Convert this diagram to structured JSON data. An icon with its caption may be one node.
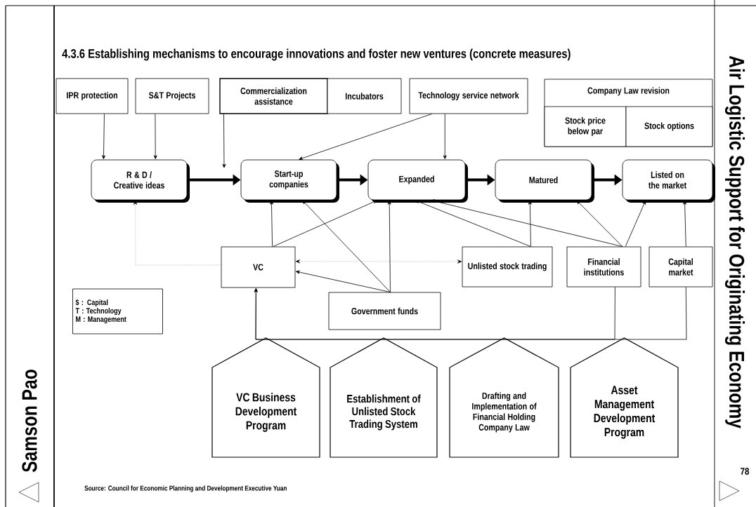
{
  "diagram": {
    "title": "4.3.6 Establishing  mechanisms to encourage innovations and foster new ventures (concrete measures)",
    "caption": "Source: Council for Economic Planning and Development Executive Yuan",
    "nodes": [
      {
        "text": [
          "IPR protection"
        ]
      },
      {
        "text": [
          "S&T Projects"
        ]
      },
      {
        "text": [
          "Commercialization assistance"
        ]
      },
      {
        "text": [
          "Incubators"
        ]
      },
      {
        "text": [
          "Technology service network"
        ]
      },
      {
        "text": [
          "Company Law revision"
        ]
      },
      {
        "text": [
          "Stock price below par"
        ],
        "in": 5
      },
      {
        "text": [
          "Stock options"
        ],
        "in": 5
      },
      {
        "text": [
          "R & D / Creative ideas"
        ]
      },
      {
        "text": [
          "Start-up companies"
        ]
      },
      {
        "text": [
          "Expanded"
        ]
      },
      {
        "text": [
          "Matured"
        ]
      },
      {
        "text": [
          "Listed on the market"
        ]
      },
      {
        "text": [
          "VC"
        ]
      },
      {
        "text": [
          "Unlisted stock trading"
        ]
      },
      {
        "text": [
          "Financial institutions"
        ]
      },
      {
        "text": [
          "Capital market"
        ]
      },
      {
        "text": [
          "$ : Capital",
          "T : Technology",
          "M : Management"
        ]
      },
      {
        "text": [
          "Government funds"
        ]
      },
      {
        "text": [
          "VC Business Development Program"
        ]
      },
      {
        "text": [
          "Establishment of Unlisted Stock Trading System"
        ]
      },
      {
        "text": [
          "Drafting and Implementation of Financial Holding Company Law"
        ]
      },
      {
        "text": [
          "Asset Management Development Program"
        ]
      }
    ],
    "edges": [
      {
        "from": 0,
        "to": 8,
        "arrow": "to"
      },
      {
        "from": 1,
        "to": 8,
        "arrow": "to"
      },
      {
        "from": 2,
        "to": null,
        "arrow": "to"
      },
      {
        "from": 4,
        "to": 9,
        "arrow": "to"
      },
      {
        "from": 4,
        "to": 10,
        "arrow": "to"
      },
      {
        "from": 8,
        "to": 9,
        "arrow": "to",
        "style": "thick"
      },
      {
        "from": 9,
        "to": 10,
        "arrow": "to",
        "style": "thick"
      },
      {
        "from": 10,
        "to": 11,
        "arrow": "to",
        "style": "thick"
      },
      {
        "from": 11,
        "to": 12,
        "arrow": "to",
        "style": "thick"
      },
      {
        "from": 13,
        "to": 9,
        "arrow": "to"
      },
      {
        "from": 13,
        "to": 10,
        "arrow": "to"
      },
      {
        "from": 18,
        "to": 9,
        "arrow": "to"
      },
      {
        "from": 18,
        "to": 10,
        "arrow": "to"
      },
      {
        "from": 18,
        "to": 13,
        "arrow": "to"
      },
      {
        "from": 14,
        "to": 10,
        "arrow": "to"
      },
      {
        "from": 14,
        "to": 11,
        "arrow": "to"
      },
      {
        "from": 15,
        "to": 10,
        "arrow": "to"
      },
      {
        "from": 15,
        "to": 11,
        "arrow": "to"
      },
      {
        "from": 15,
        "to": 12,
        "arrow": "to"
      },
      {
        "from": 16,
        "to": 12,
        "arrow": "to"
      },
      {
        "from": 15,
        "to": 13,
        "arrow": "to"
      },
      {
        "from": 16,
        "to": 13,
        "arrow": "to"
      },
      {
        "from": 13,
        "to": 8,
        "arrow": "to",
        "style": "dashed"
      },
      {
        "from": 13,
        "to": 14,
        "arrow": "both",
        "style": "dashed"
      }
    ],
    "labels": [
      "Samson Pao",
      "Air Logistic Support for Originating Economy",
      "78"
    ]
  }
}
